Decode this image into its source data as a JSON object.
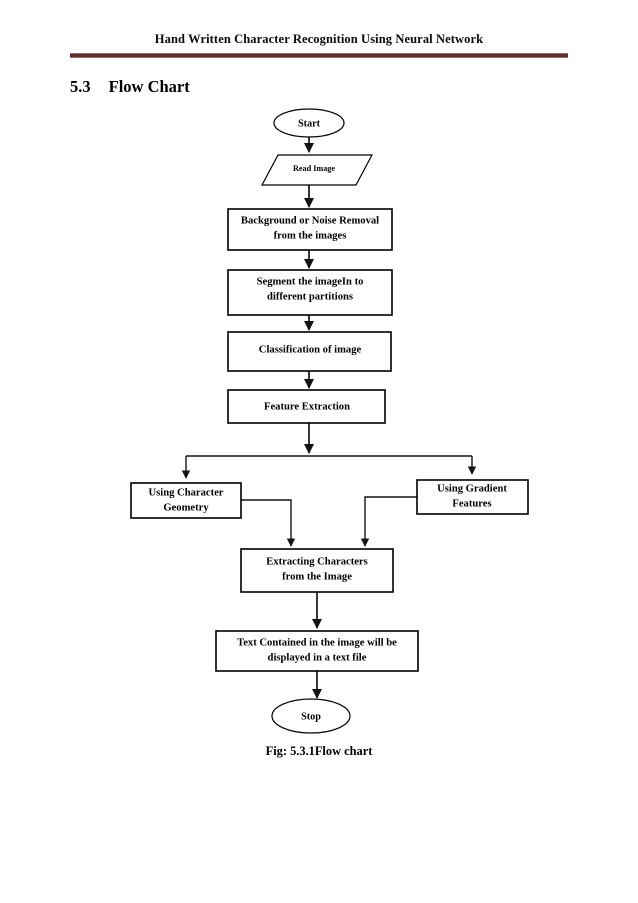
{
  "header": {
    "title": "Hand Written Character Recognition Using Neural Network",
    "rule_color": "#5f2e2c"
  },
  "section": {
    "number": "5.3",
    "title": "Flow Chart"
  },
  "figure": {
    "caption": "Fig: 5.3.1Flow chart"
  },
  "chart_data": {
    "type": "diagram",
    "diagram_kind": "flowchart",
    "title": "Flow Chart",
    "orientation": "top-to-bottom",
    "nodes": [
      {
        "id": "start",
        "shape": "ellipse",
        "label": "Start"
      },
      {
        "id": "read",
        "shape": "parallelogram",
        "label": "Read Image"
      },
      {
        "id": "denoise",
        "shape": "rectangle",
        "label_line1": "Background or Noise Removal",
        "label_line2": "from the images"
      },
      {
        "id": "segment",
        "shape": "rectangle",
        "label_line1": "Segment the imageIn to",
        "label_line2": "different partitions"
      },
      {
        "id": "classify",
        "shape": "rectangle",
        "label_line1": "Classification of image",
        "label_line2": ""
      },
      {
        "id": "features",
        "shape": "rectangle",
        "label_line1": "Feature Extraction",
        "label_line2": ""
      },
      {
        "id": "geometry",
        "shape": "rectangle",
        "label_line1": "Using Character",
        "label_line2": "Geometry"
      },
      {
        "id": "gradient",
        "shape": "rectangle",
        "label_line1": "Using Gradient",
        "label_line2": "Features"
      },
      {
        "id": "extract",
        "shape": "rectangle",
        "label_line1": "Extracting Characters",
        "label_line2": "from the Image"
      },
      {
        "id": "output",
        "shape": "rectangle",
        "label_line1": "Text Contained in the image will be",
        "label_line2": "displayed in a text file"
      },
      {
        "id": "stop",
        "shape": "ellipse",
        "label": "Stop"
      }
    ],
    "edges": [
      {
        "from": "start",
        "to": "read"
      },
      {
        "from": "read",
        "to": "denoise"
      },
      {
        "from": "denoise",
        "to": "segment"
      },
      {
        "from": "segment",
        "to": "classify"
      },
      {
        "from": "classify",
        "to": "features"
      },
      {
        "from": "features",
        "to": "geometry"
      },
      {
        "from": "features",
        "to": "gradient"
      },
      {
        "from": "geometry",
        "to": "extract"
      },
      {
        "from": "gradient",
        "to": "extract"
      },
      {
        "from": "extract",
        "to": "output"
      },
      {
        "from": "output",
        "to": "stop"
      }
    ]
  }
}
